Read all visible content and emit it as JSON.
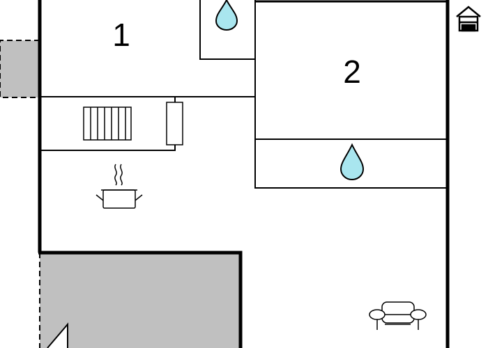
{
  "floorplan": {
    "rooms": [
      {
        "id": "room-1",
        "label": "1"
      },
      {
        "id": "room-2",
        "label": "2"
      }
    ],
    "icons": [
      {
        "name": "water-drop-icon",
        "meaning": "bathroom"
      },
      {
        "name": "water-drop-icon",
        "meaning": "bathroom"
      },
      {
        "name": "radiator-icon",
        "meaning": "heating"
      },
      {
        "name": "wardrobe-icon",
        "meaning": "storage"
      },
      {
        "name": "cooking-pot-icon",
        "meaning": "kitchen"
      },
      {
        "name": "sofa-icon",
        "meaning": "living room"
      },
      {
        "name": "house-icon",
        "meaning": "home"
      }
    ],
    "colors": {
      "wall": "#000000",
      "shaded_area": "#c0c0c0",
      "water": "#a9e6ef",
      "background": "#ffffff"
    }
  }
}
